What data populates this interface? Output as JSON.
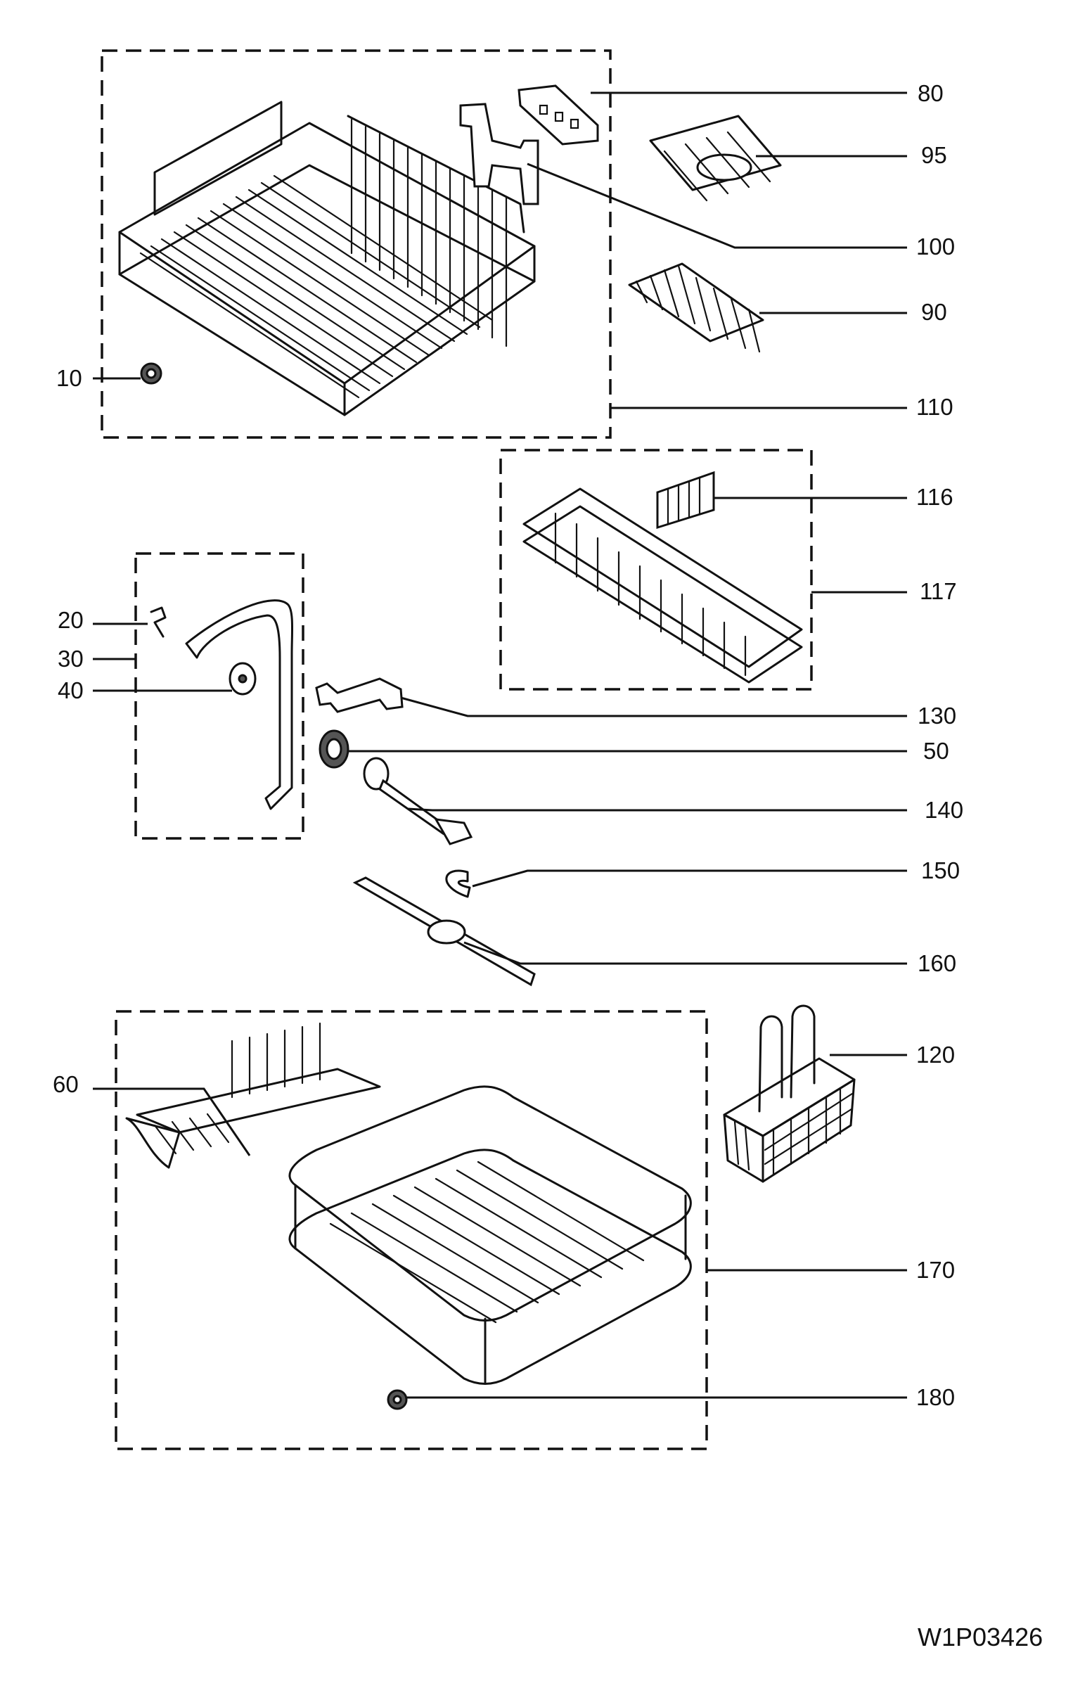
{
  "drawing_code": "W1P03426",
  "callouts": {
    "c10": "10",
    "c20": "20",
    "c30": "30",
    "c40": "40",
    "c50": "50",
    "c60": "60",
    "c80": "80",
    "c90": "90",
    "c95": "95",
    "c100": "100",
    "c110": "110",
    "c116": "116",
    "c117": "117",
    "c120": "120",
    "c130": "130",
    "c140": "140",
    "c150": "150",
    "c160": "160",
    "c170": "170",
    "c180": "180"
  }
}
